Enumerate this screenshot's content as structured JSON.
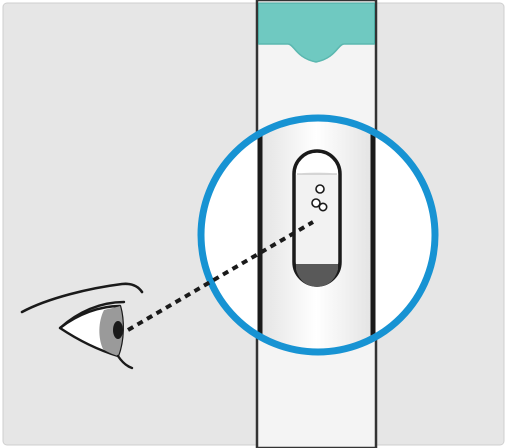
{
  "figure": {
    "kind": "instructional-illustration",
    "subject": "inspection-window-check",
    "icons": [
      "eye-icon",
      "inspection-window-icon",
      "air-bubble-icon",
      "magnifier-circle-icon",
      "injector-pen-icon"
    ],
    "colors": {
      "background": "#e6e6e6",
      "pen_body": "#f7f7f7",
      "pen_cap": "#6fc9c1",
      "magnifier_ring": "#1793d3",
      "magnifier_fill": "#ffffff",
      "window_fill": "#f2f2f2",
      "window_plunger": "#595959",
      "window_meniscus": "#ffffff",
      "outline": "#1a1a1a",
      "eye_iris": "#9a9a9a"
    },
    "bubble_count": 3
  }
}
